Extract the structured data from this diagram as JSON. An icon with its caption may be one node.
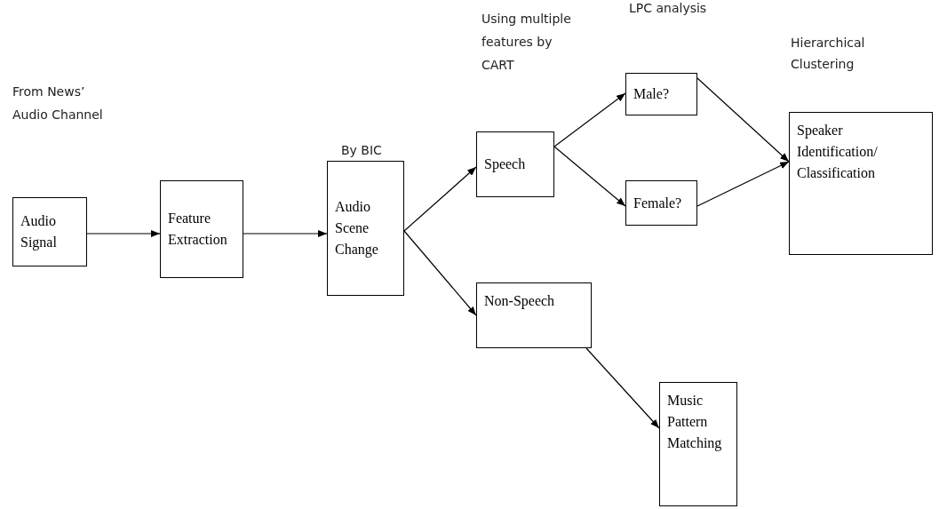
{
  "diagram": {
    "nodes": [
      {
        "text": [
          "Audio Signal"
        ]
      },
      {
        "text": [
          "Feature Extraction"
        ]
      },
      {
        "text": [
          "Audio Scene Change"
        ],
        "beside": [
          "By BIC"
        ]
      },
      {
        "text": [
          "Speech"
        ]
      },
      {
        "text": [
          "Non-Speech"
        ]
      },
      {
        "text": [
          "Male?"
        ]
      },
      {
        "text": [
          "Female?"
        ]
      },
      {
        "text": [
          "Speaker Identification/ Classification"
        ],
        "beside": [
          "Hierarchical Clustering"
        ]
      },
      {
        "text": [
          "Music Pattern Matching"
        ]
      }
    ],
    "edges": [
      {
        "from": 0,
        "to": 1,
        "arrow": "to"
      },
      {
        "from": 1,
        "to": 2,
        "arrow": "to"
      },
      {
        "from": 2,
        "to": 3,
        "arrow": "to"
      },
      {
        "from": 2,
        "to": 4,
        "arrow": "to"
      },
      {
        "from": 3,
        "to": 5,
        "arrow": "to"
      },
      {
        "from": 3,
        "to": 6,
        "arrow": "to"
      },
      {
        "from": 5,
        "to": 7,
        "arrow": "to"
      },
      {
        "from": 6,
        "to": 7,
        "arrow": "to"
      },
      {
        "from": 4,
        "to": 8,
        "arrow": "to"
      }
    ],
    "labels": [
      "LPC analysis",
      "Using multiple features by CART",
      "From News’ Audio Channel"
    ]
  }
}
